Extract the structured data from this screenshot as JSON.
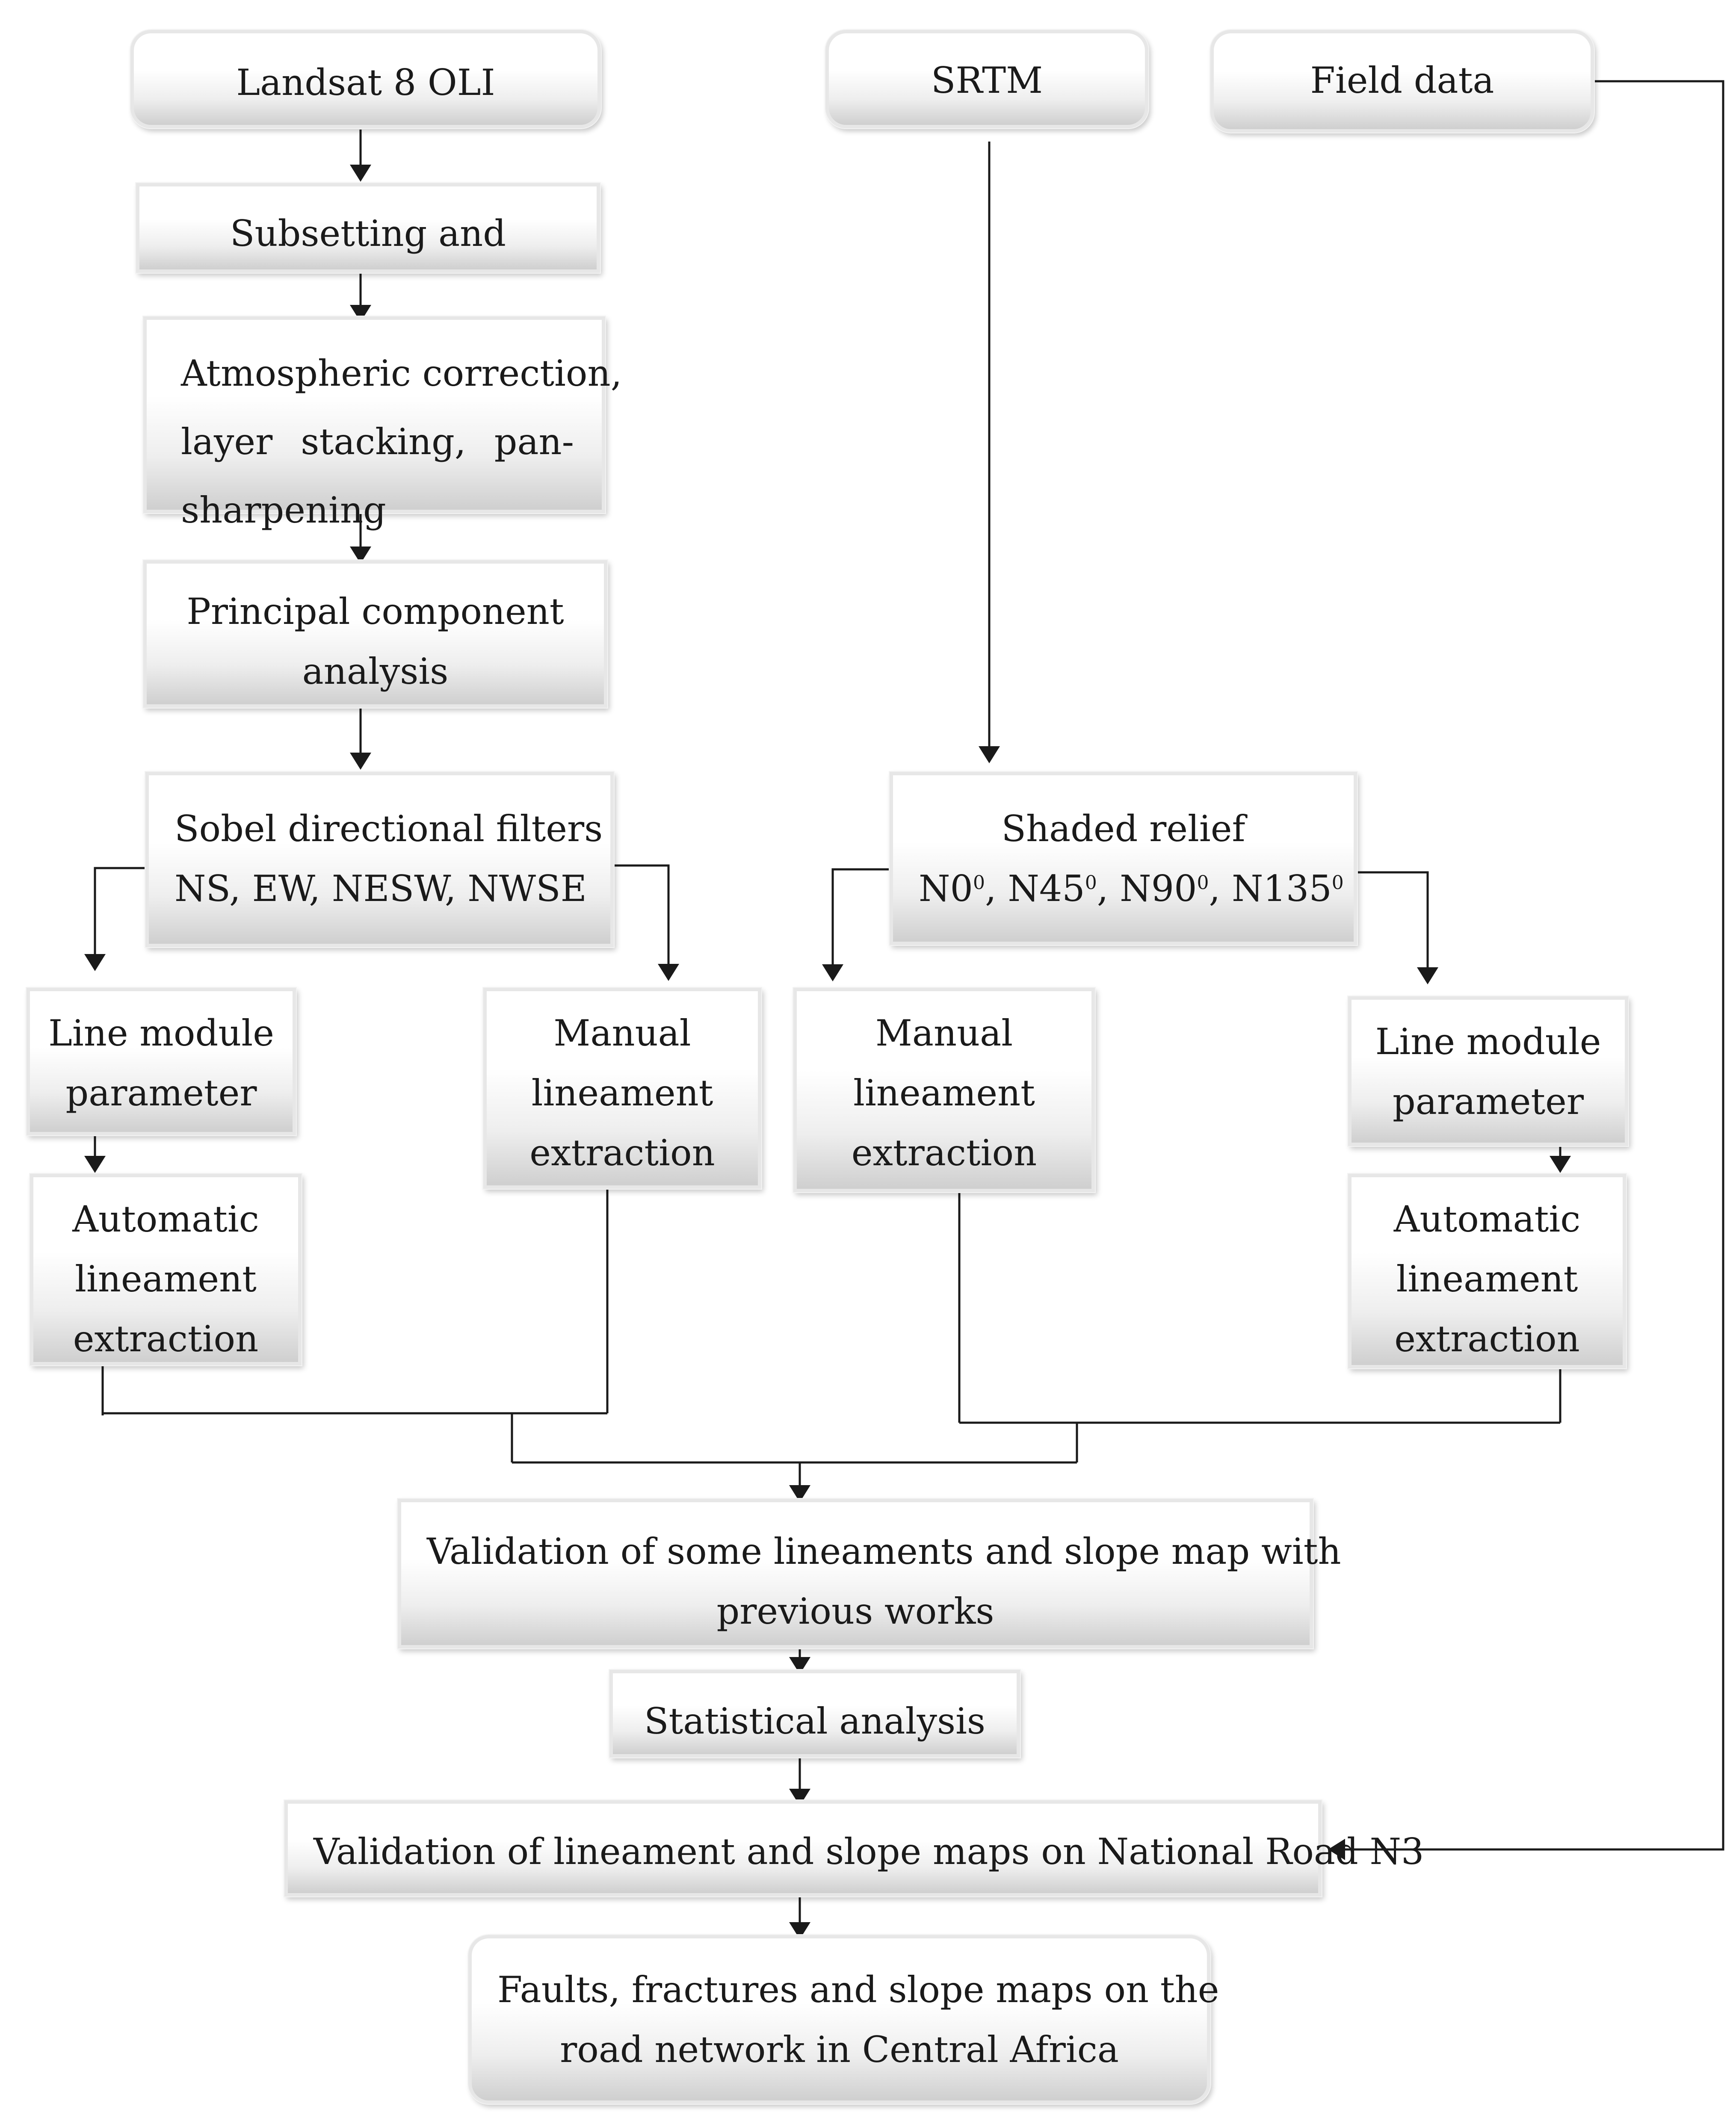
{
  "boxes": {
    "landsat": "Landsat 8 OLI",
    "srtm": "SRTM",
    "field": "Field data",
    "subsetting": "Subsetting and",
    "atmospheric": [
      "Atmospheric correction,",
      "layer stacking, pan-",
      "sharpening"
    ],
    "pca": [
      "Principal component",
      "analysis"
    ],
    "sobel": [
      "Sobel directional filters",
      "NS, EW, NESW, NWSE"
    ],
    "shaded": {
      "title": "Shaded relief",
      "directions": [
        "N0",
        "N45",
        "N90",
        "N135"
      ],
      "superscript": "0"
    },
    "line_module_left": [
      "Line module",
      "parameter"
    ],
    "manual_left": [
      "Manual",
      "lineament",
      "extraction"
    ],
    "manual_right": [
      "Manual",
      "lineament",
      "extraction"
    ],
    "line_module_right": [
      "Line module",
      "parameter"
    ],
    "auto_left": [
      "Automatic",
      "lineament",
      "extraction"
    ],
    "auto_right": [
      "Automatic",
      "lineament",
      "extraction"
    ],
    "validation_previous": [
      "Validation of some lineaments and slope map with",
      "previous works"
    ],
    "statistical": "Statistical analysis",
    "validation_road": "Validation of lineament and slope maps on National Road N3",
    "final": [
      "Faults, fractures and slope maps on the",
      "road network in Central Africa"
    ]
  },
  "colors": {
    "line": "#1a1a1a",
    "box_border": "#e7e7e7",
    "box_gradient_bottom": "#cfcfcf"
  }
}
